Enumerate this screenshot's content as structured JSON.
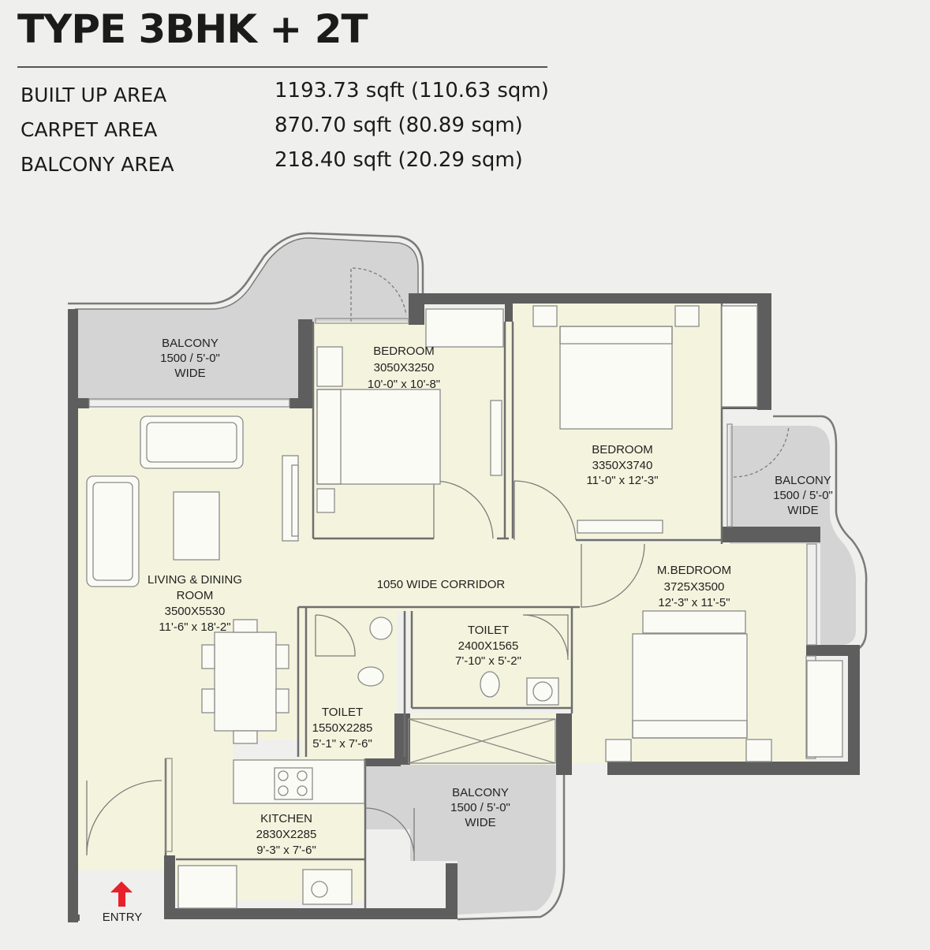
{
  "title": "TYPE 3BHK + 2T",
  "areas": [
    {
      "label": "BUILT UP AREA",
      "value": "1193.73 sqft (110.63 sqm)"
    },
    {
      "label": "CARPET AREA",
      "value": "870.70 sqft (80.89 sqm)"
    },
    {
      "label": "BALCONY AREA",
      "value": "218.40 sqft (20.29 sqm)"
    }
  ],
  "rooms": {
    "balcony_left": [
      "BALCONY",
      "1500 / 5'-0\"",
      "WIDE"
    ],
    "bedroom_1": [
      "BEDROOM",
      "3050X3250",
      "10'-0\" x 10'-8\""
    ],
    "bedroom_2": [
      "BEDROOM",
      "3350X3740",
      "11'-0\" x 12'-3\""
    ],
    "balcony_right": [
      "BALCONY",
      "1500 / 5'-0\"",
      "WIDE"
    ],
    "living_dining": [
      "LIVING & DINING",
      "ROOM",
      "3500X5530",
      "11'-6\" x 18'-2\""
    ],
    "corridor": "1050 WIDE CORRIDOR",
    "master_bedroom": [
      "M.BEDROOM",
      "3725X3500",
      "12'-3\" x 11'-5\""
    ],
    "toilet_2": [
      "TOILET",
      "2400X1565",
      "7'-10\" x 5'-2\""
    ],
    "toilet_1": [
      "TOILET",
      "1550X2285",
      "5'-1\" x 7'-6\""
    ],
    "kitchen": [
      "KITCHEN",
      "2830X2285",
      "9'-3\" x 7'-6\""
    ],
    "balcony_bottom": [
      "BALCONY",
      "1500 / 5'-0\"",
      "WIDE"
    ],
    "entry": "ENTRY"
  },
  "colors": {
    "room_fill": "#f4f4de",
    "balcony_fill": "#d4d4d4",
    "wall": "#5e5e5e",
    "entry_arrow": "#e8202a"
  }
}
